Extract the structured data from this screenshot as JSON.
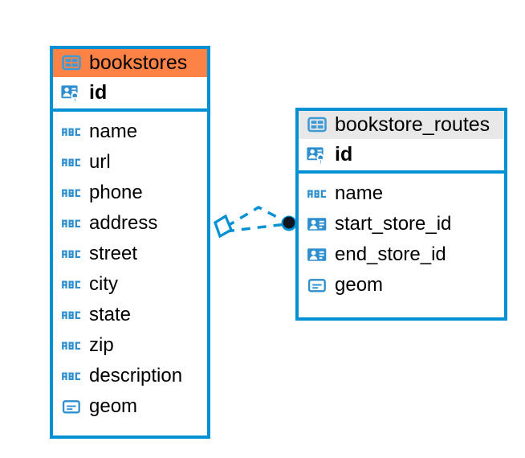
{
  "diagram": {
    "type": "entity-relationship-diagram",
    "colors": {
      "border_blue": "#0091d5",
      "header_accent_orange": "#fc8245",
      "header_neutral_gray": "#e8e8e8",
      "icon_blue": "#2e8fd0",
      "text_black": "#000000",
      "background": "#ffffff",
      "relationship_line": "#0091d5",
      "relationship_endpoint_dot": "#10161f"
    },
    "entities": [
      {
        "id": "bookstores",
        "title": "bookstores",
        "header_style": "accent",
        "header_icon": "table-icon",
        "primary_key": {
          "name": "id",
          "icon": "primary-key-icon"
        },
        "columns": [
          {
            "name": "name",
            "icon": "text-abc-icon"
          },
          {
            "name": "url",
            "icon": "text-abc-icon"
          },
          {
            "name": "phone",
            "icon": "text-abc-icon"
          },
          {
            "name": "address",
            "icon": "text-abc-icon"
          },
          {
            "name": "street",
            "icon": "text-abc-icon"
          },
          {
            "name": "city",
            "icon": "text-abc-icon"
          },
          {
            "name": "state",
            "icon": "text-abc-icon"
          },
          {
            "name": "zip",
            "icon": "text-abc-icon"
          },
          {
            "name": "description",
            "icon": "text-abc-icon"
          },
          {
            "name": "geom",
            "icon": "geometry-icon"
          }
        ]
      },
      {
        "id": "bookstore_routes",
        "title": "bookstore_routes",
        "header_style": "neutral",
        "header_icon": "table-icon",
        "primary_key": {
          "name": "id",
          "icon": "primary-key-icon"
        },
        "columns": [
          {
            "name": "name",
            "icon": "text-abc-icon"
          },
          {
            "name": "start_store_id",
            "icon": "foreign-key-icon"
          },
          {
            "name": "end_store_id",
            "icon": "foreign-key-icon"
          },
          {
            "name": "geom",
            "icon": "geometry-icon"
          }
        ]
      }
    ],
    "relationships": [
      {
        "from_entity": "bookstores",
        "to_entity": "bookstore_routes",
        "from_marker": "diamond-outline",
        "to_marker": "filled-circle",
        "line_style": "dashed",
        "branches": 2
      }
    ]
  }
}
